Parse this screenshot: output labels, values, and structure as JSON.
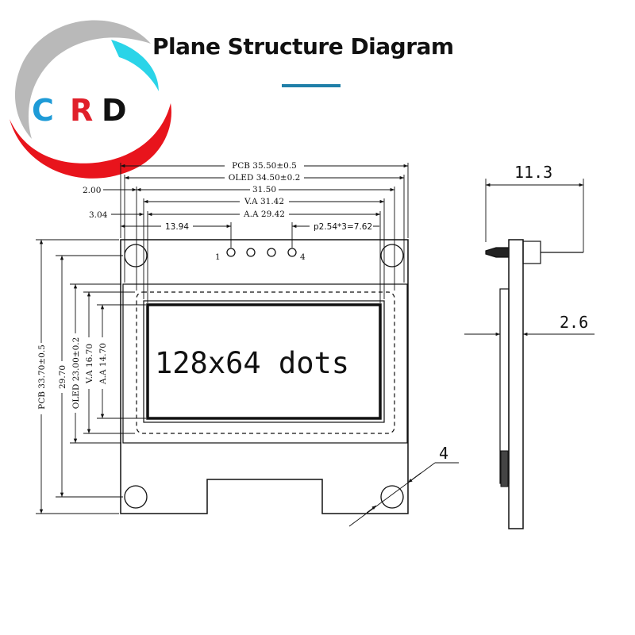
{
  "title": "Plane Structure Diagram",
  "logo": {
    "c": "C",
    "r": "R",
    "d": "D",
    "colors": {
      "c": "#1e9bd7",
      "r": "#e0202a",
      "d": "#111111",
      "red": "#e8141c",
      "grey": "#b9b9b9",
      "cyan": "#2ad4e8"
    }
  },
  "accent": "#1f7fa8",
  "display_text": "128x64 dots",
  "pins": {
    "first": "1",
    "last": "4"
  },
  "dimensions": {
    "pcb_width": "PCB 35.50±0.5",
    "oled_width": "OLED 34.50±0.2",
    "w_31_50": "31.50",
    "va_width": "V.A 31.42",
    "aa_width": "A.A 29.42",
    "left_2_00": "2.00",
    "left_3_04": "3.04",
    "pin_offset": "13.94",
    "pin_pitch": "p2.54*3=7.62",
    "pcb_height": "PCB 33.70±0.5",
    "h_29_70": "29.70",
    "oled_height": "OLED 23.00±0.2",
    "va_height": "V.A 16.70",
    "aa_height": "A.A 14.70",
    "hole_dia": "4",
    "side_depth": "11.3",
    "side_thickness": "2.6"
  }
}
